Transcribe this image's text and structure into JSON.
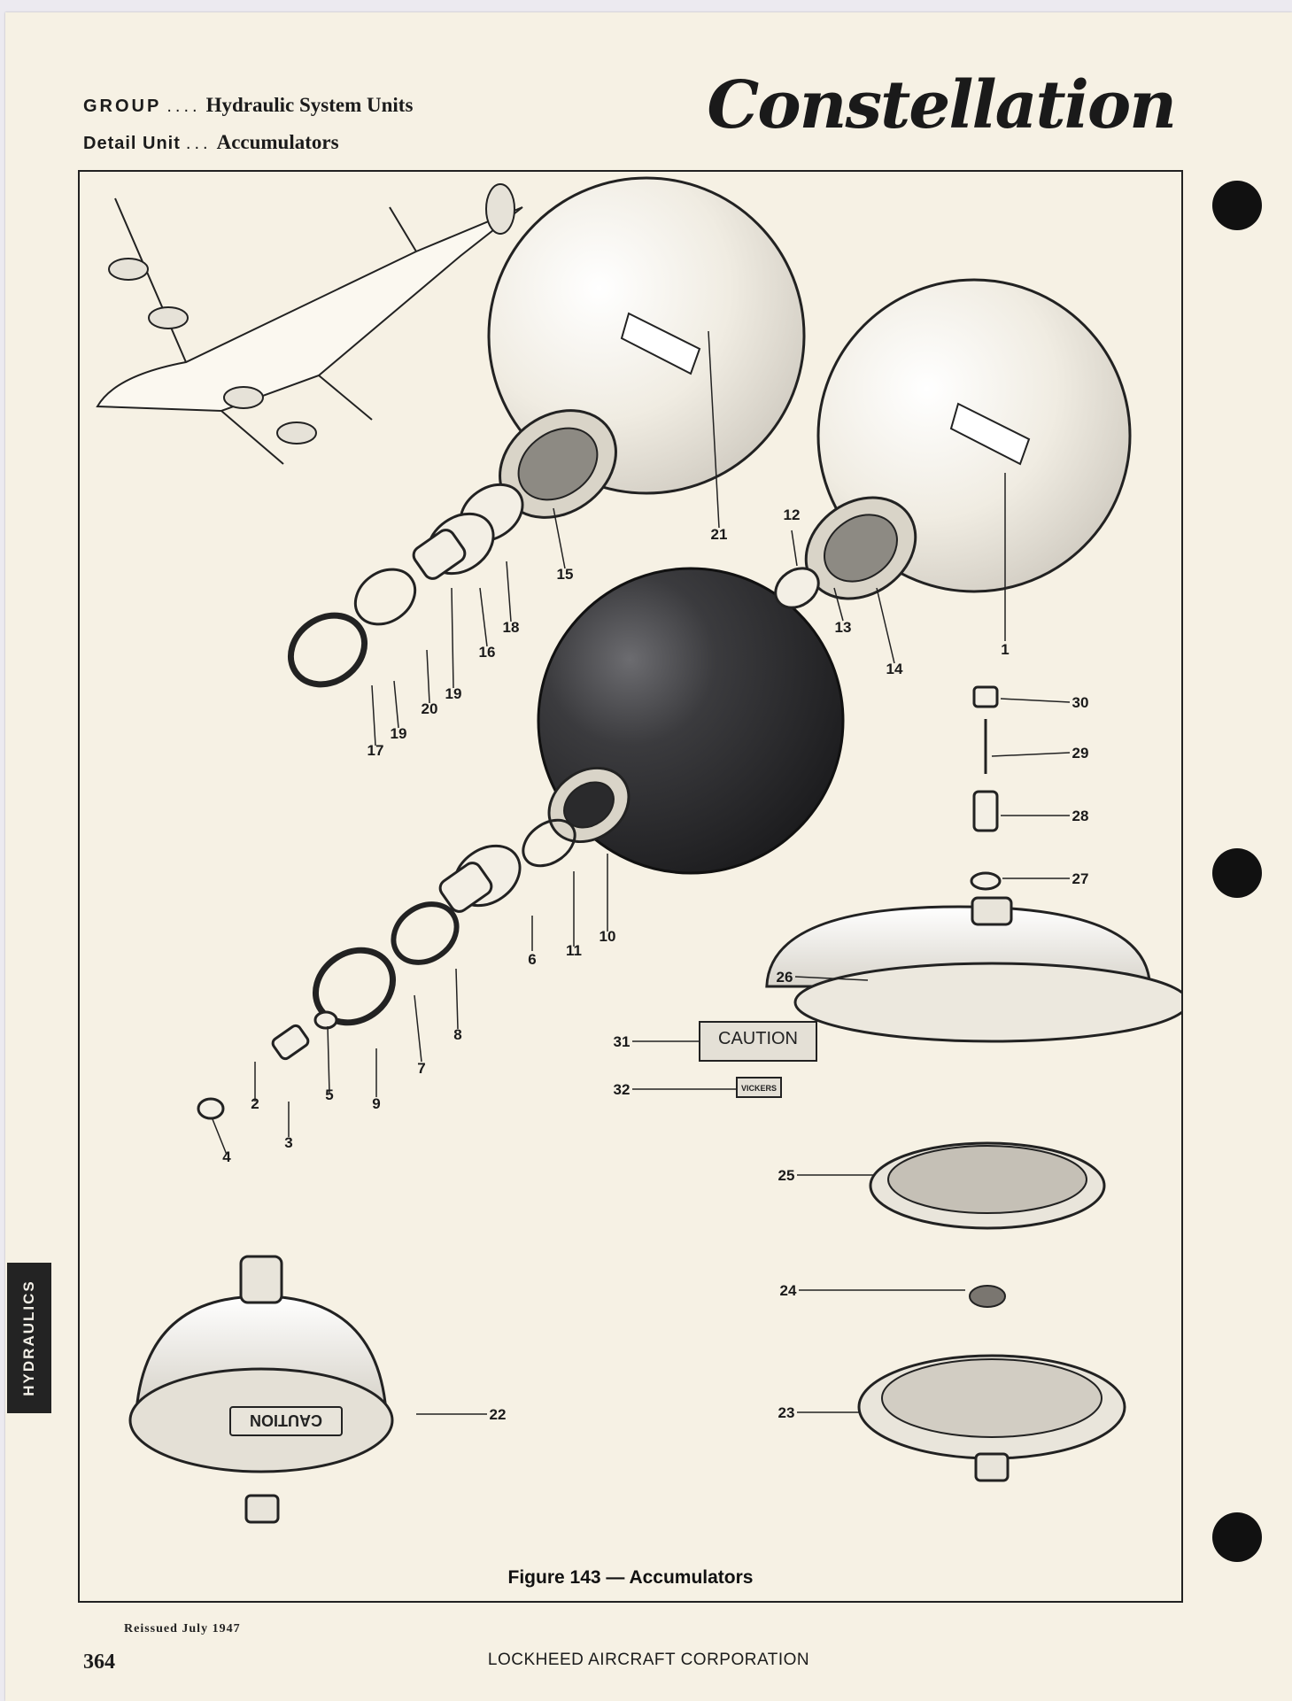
{
  "header": {
    "group_key": "GROUP",
    "group_dots": "....",
    "group_value": "Hydraulic System Units",
    "detail_key": "Detail Unit",
    "detail_dots": "...",
    "detail_value": "Accumulators",
    "logo": "Constellation"
  },
  "figure": {
    "caption": "Figure 143 — Accumulators",
    "callouts": [
      "1",
      "2",
      "3",
      "4",
      "5",
      "6",
      "7",
      "8",
      "9",
      "10",
      "11",
      "12",
      "13",
      "14",
      "15",
      "16",
      "17",
      "18",
      "19",
      "19",
      "20",
      "21",
      "22",
      "23",
      "24",
      "25",
      "26",
      "27",
      "28",
      "29",
      "30",
      "31",
      "32"
    ],
    "caution_plate": "CAUTION",
    "caution_plate_on_unit": "CAUTION",
    "vickers_plate": "VICKERS"
  },
  "side_tab": "HYDRAULICS",
  "footer": {
    "reissued": "Reissued July 1947",
    "page_number": "364",
    "company": "LOCKHEED AIRCRAFT CORPORATION"
  },
  "colors": {
    "paper": "#f6f1e4",
    "ink": "#1b1b1b",
    "dark_sphere": "#2a2a2c"
  }
}
